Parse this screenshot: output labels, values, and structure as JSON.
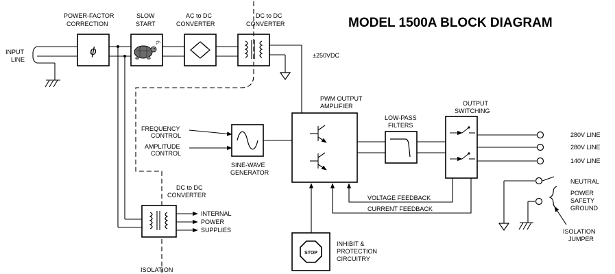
{
  "title": "MODEL 1500A BLOCK DIAGRAM",
  "labels": {
    "pfc_1": "POWER-FACTOR",
    "pfc_2": "CORRECTION",
    "pfc_symbol": "ϕ",
    "slow_1": "SLOW",
    "slow_2": "START",
    "acdc_1": "AC to DC",
    "acdc_2": "CONVERTER",
    "dcdc_top_1": "DC to DC",
    "dcdc_top_2": "CONVERTER",
    "input_1": "INPUT",
    "input_2": "LINE",
    "supply_voltage": "±250VDC",
    "pwm_1": "PWM OUTPUT",
    "pwm_2": "AMPLIFIER",
    "lowpass_1": "LOW-PASS",
    "lowpass_2": "FILTERS",
    "switching_1": "OUTPUT",
    "switching_2": "SWITCHING",
    "freq_1": "FREQUENCY",
    "freq_2": "CONTROL",
    "amp_1": "AMPLITUDE",
    "amp_2": "CONTROL",
    "sine_1": "SINE-WAVE",
    "sine_2": "GENERATOR",
    "out_1": "280V LINE",
    "out_2": "280V LINE",
    "out_3": "140V LINE",
    "neutral": "NEUTRAL",
    "psg_1": "POWER",
    "psg_2": "SAFETY",
    "psg_3": "GROUND",
    "jumper_1": "ISOLATION",
    "jumper_2": "JUMPER",
    "voltage_fb": "VOLTAGE FEEDBACK",
    "current_fb": "CURRENT FEEDBACK",
    "dcdc_bot_1": "DC to DC",
    "dcdc_bot_2": "CONVERTER",
    "internal_1": "INTERNAL",
    "internal_2": "POWER",
    "internal_3": "SUPPLIES",
    "isolation": "ISOLATION",
    "stop": "STOP",
    "inhibit_1": "INHIBIT &",
    "inhibit_2": "PROTECTION",
    "inhibit_3": "CIRCUITRY",
    "turtle_letter": "P"
  }
}
